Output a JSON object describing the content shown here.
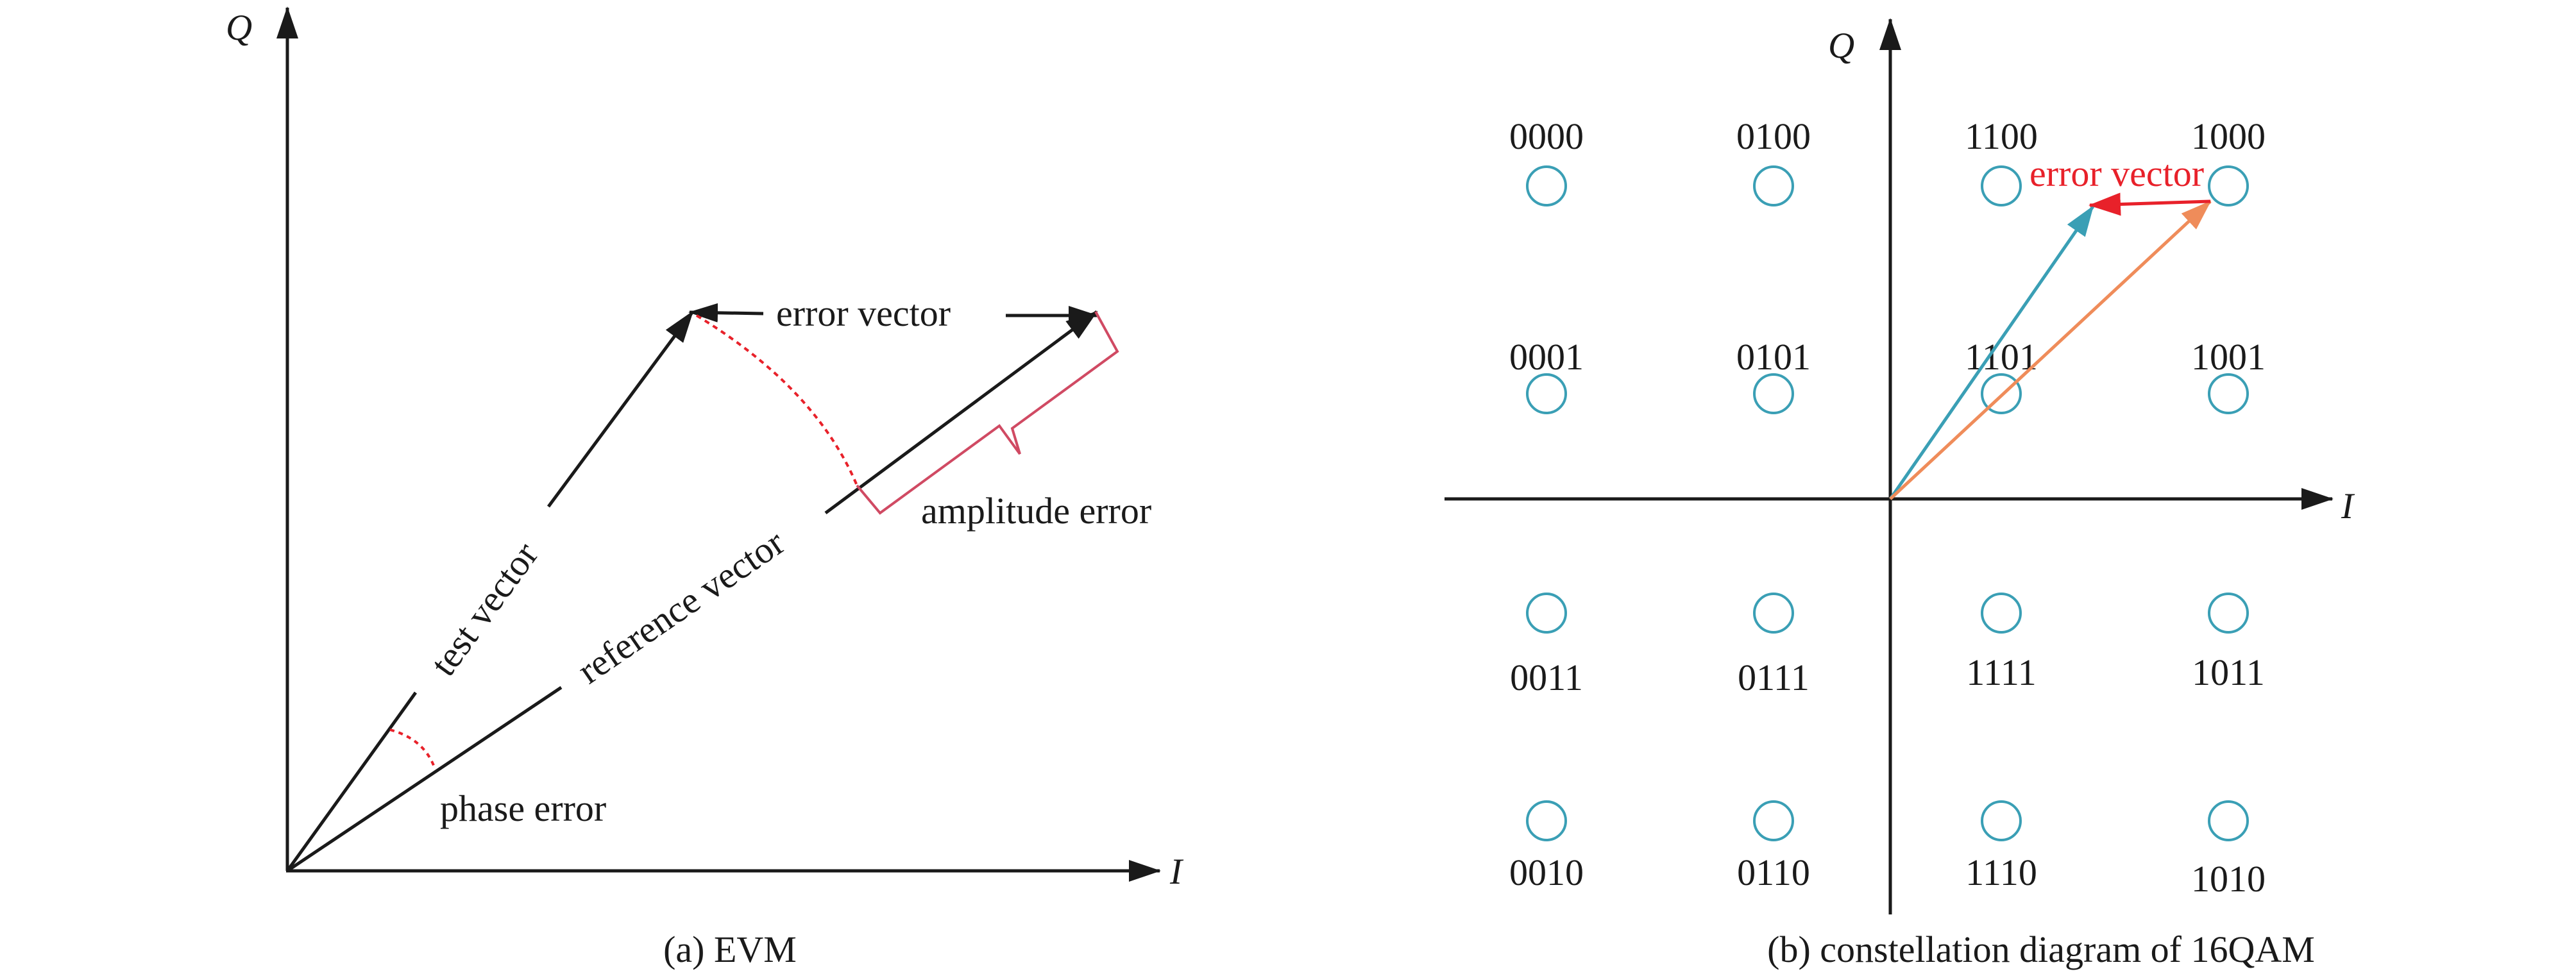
{
  "panel_a": {
    "axis_q": "Q",
    "axis_i": "I",
    "test_vector": "test vector",
    "reference_vector": "reference vector",
    "error_vector": "error vector",
    "amplitude_error": "amplitude error",
    "phase_error": "phase error",
    "caption": "(a) EVM"
  },
  "panel_b": {
    "axis_q": "Q",
    "axis_i": "I",
    "error_vector": "error vector",
    "caption": "(b) constellation diagram of 16QAM",
    "points": [
      {
        "label": "0000"
      },
      {
        "label": "0100"
      },
      {
        "label": "1100"
      },
      {
        "label": "1000"
      },
      {
        "label": "0001"
      },
      {
        "label": "0101"
      },
      {
        "label": "1101"
      },
      {
        "label": "1001"
      },
      {
        "label": "0011"
      },
      {
        "label": "0111"
      },
      {
        "label": "1111"
      },
      {
        "label": "1011"
      },
      {
        "label": "0010"
      },
      {
        "label": "0110"
      },
      {
        "label": "1110"
      },
      {
        "label": "1010"
      }
    ]
  },
  "colors": {
    "axis": "#1a1a1a",
    "error": "#e8212a",
    "point": "#3a9fb5",
    "test_arrow": "#3a9fb5",
    "reference_arrow": "#ef8c5a"
  }
}
